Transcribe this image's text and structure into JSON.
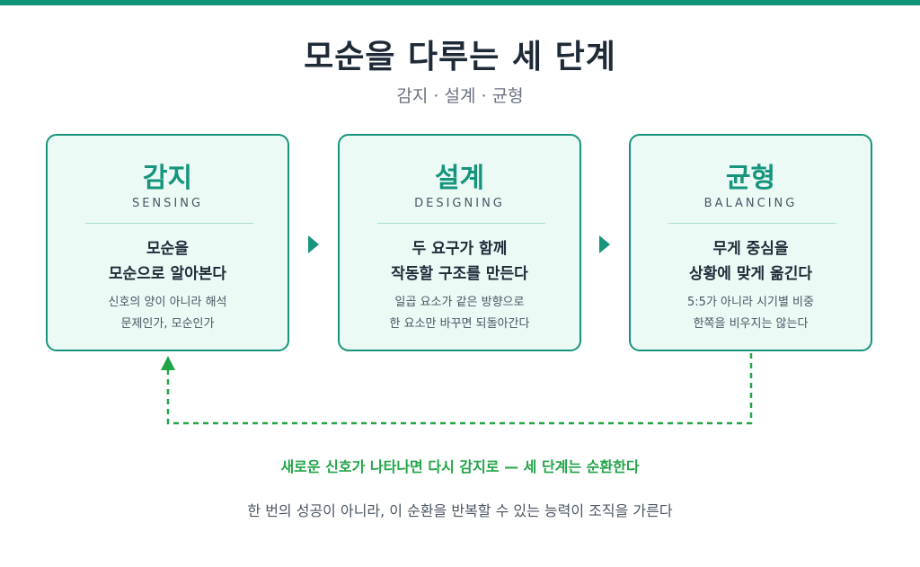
{
  "header": {
    "title": "모순을 다루는 세 단계",
    "subtitle": "감지 · 설계 · 균형"
  },
  "stages": [
    {
      "title": "감지",
      "english": "SENSING",
      "main_lines": [
        "모순을",
        "모순으로 알아본다"
      ],
      "desc_lines": [
        "신호의 양이 아니라 해석",
        "문제인가, 모순인가"
      ]
    },
    {
      "title": "설계",
      "english": "DESIGNING",
      "main_lines": [
        "두 요구가 함께",
        "작동할 구조를 만든다"
      ],
      "desc_lines": [
        "일곱 요소가 같은 방향으로",
        "한 요소만 바꾸면 되돌아간다"
      ]
    },
    {
      "title": "균형",
      "english": "BALANCING",
      "main_lines": [
        "무게 중심을",
        "상황에 맞게 옮긴다"
      ],
      "desc_lines": [
        "5:5가 아니라 시기별 비중",
        "한쪽을 비우지는 않는다"
      ]
    }
  ],
  "loop": {
    "caption": "새로운 신호가 나타나면 다시 감지로 — 세 단계는 순환한다"
  },
  "footer": {
    "note": "한 번의 성공이 아니라, 이 순환을 반복할 수 있는 능력이 조직을 가른다"
  },
  "colors": {
    "top_bar": "#10947a",
    "card_border": "#16957c",
    "card_fill": "#ecfaf6",
    "card_title": "#16957c",
    "divider": "#a7dccf",
    "arrow": "#16957c",
    "loop_line": "#22a447",
    "loop_text": "#22a447"
  }
}
